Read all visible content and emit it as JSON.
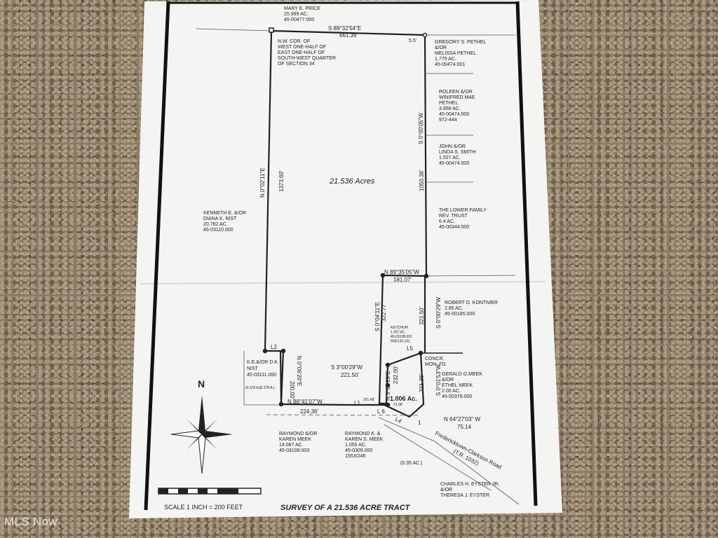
{
  "owners": {
    "mary_price": [
      "MARY E. PRICE",
      "25.999 AC.",
      "45-00477.000"
    ],
    "gregory_pethel": [
      "GREGORY S. PETHEL",
      "&/OR",
      "MELISSA PETHEL",
      "1.775 AC.",
      "45-00474.001"
    ],
    "roleen_pethel": [
      "ROLEEN &/OR",
      "WINIFRED MAE",
      "PETHEL",
      "3.958 AC.",
      "45-00474.000",
      "972-444"
    ],
    "john_smith": [
      "JOHN &/OR",
      "LINDA S. SMITH",
      "1.527 AC.",
      "45-00474.000"
    ],
    "lower_trust": [
      "THE LOWER FAMILY",
      "REV. TRUST",
      "6.4 AC.",
      "45-00344.000"
    ],
    "kontnier": [
      "ROBERT D. KONTNIER",
      "2.85 AC.",
      "45-00185.000"
    ],
    "meek_gerald": [
      "GERALD G.MEEK",
      "&/OR",
      "ETHEL MEEK",
      "2.00 AC.",
      "45-00378.000"
    ],
    "nist_kenneth": [
      "KENNETH E. &/OR",
      "DIANA K. NIST",
      "20.782 AC.",
      "45-03110.000"
    ],
    "nist_ke": [
      "K.E.&/OR D.K",
      "NIST",
      "45-03111.000"
    ],
    "ketchum": [
      "KETCHUM",
      "1.497 AC.",
      "45-03108.001",
      "558/139.141"
    ],
    "meek_raymond": [
      "RAYMOND &/OR",
      "KAREN MEEK",
      "14.087 AC.",
      "45-03108.003"
    ],
    "meek_raymond_k": [
      "RAYMOND K. &",
      "KAREN S. MEEK",
      "1.055 AC.",
      "45-0309.000",
      "1553/248"
    ],
    "eyster": [
      "CHARLES H. EYSTER JR.",
      "&/OR",
      "THERESA J. EYSTER"
    ]
  },
  "corner_note": [
    "N.W. COR. OF",
    "WEST ONE-HALF OF",
    "EAST ONE-HALF OF",
    "SOUTH-WEST QUARTER",
    "OF SECTION 34"
  ],
  "bearings": {
    "top": "S 89°32'54\"E",
    "top_dist": "661.39'",
    "five_five": "5.5'",
    "right_upper": "S 0°00'05\"W",
    "right_upper_dist": "1050.36'",
    "left": "N 0°02'11\"E",
    "left_dist": "1373.60'",
    "mid_top": "N 89°35'05\"W",
    "mid_top_dist": "181.07'",
    "mid_left": "S 0°04'11\"E",
    "mid_left_dist": "322.77'",
    "mid_right": "S 0°00'29\"W",
    "mid_right_dist": "321.50'",
    "lower_right": "S 0°01'53\"W",
    "lower_right_dist": "321.36'",
    "s3_bearing": "S 3°00'29\"W",
    "s3_dist": "221.50'",
    "n3_bearing": "N 3°00'29\"E",
    "n3_dist": "232.00'",
    "nist_dist": "200.00'",
    "nist_bearing": "N 0°06'20\"E",
    "bottom": "N 88°41'07\"W",
    "bottom_dist": "224.36'",
    "dist_201": "201.48'",
    "dist_21": "21.08'",
    "n64": "N 64°27'03\" W",
    "n64_dist": "75.14"
  },
  "labels": {
    "acres_main": "21.536 Acres",
    "acres_small": "1.006 Ac.",
    "small_area": "(0.378 A.)",
    "small_area2": "(0.378 A.)",
    "road_area": "(0.35 AC.)",
    "road": "Fredericktown-Clarkson Road",
    "road_tr": "(T.R. 1032)",
    "concr": [
      "CONCR.",
      "MON. FD."
    ],
    "L1": "L1",
    "L2": "L2",
    "L4": "L4",
    "L5": "L5",
    "L6": "L 6",
    "one": "1",
    "north": "N",
    "scale": "SCALE 1 INCH = 200 FEET",
    "survey_title": "SURVEY OF A 21.536 ACRE TRACT"
  },
  "watermark": "MLS Now"
}
